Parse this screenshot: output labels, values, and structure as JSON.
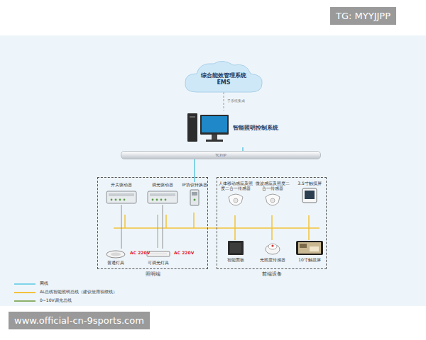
{
  "diagram": {
    "nodes": [
      {
        "text": [
          "综合能效管理系统 EMS"
        ]
      },
      {
        "text": [
          "智能照明控制系统"
        ]
      },
      {
        "text": [
          "TCP/IP"
        ]
      },
      {
        "text": [
          "照明端"
        ]
      },
      {
        "text": [
          "前端设备"
        ]
      },
      {
        "text": [
          "开关驱动器"
        ],
        "in": 3
      },
      {
        "text": [
          "调光驱动器"
        ],
        "in": 3
      },
      {
        "text": [
          "IP协议转换器"
        ],
        "in": 3
      },
      {
        "text": [
          "普通灯具"
        ],
        "in": 3
      },
      {
        "text": [
          "可调光灯具"
        ],
        "in": 3
      },
      {
        "text": [
          "人体移动感应及照度二合一传感器"
        ],
        "in": 4
      },
      {
        "text": [
          "微波感应及照度二合一传感器"
        ],
        "in": 4
      },
      {
        "text": [
          "3.5寸触摸屏"
        ],
        "in": 4
      },
      {
        "text": [
          "智能面板"
        ],
        "in": 4
      },
      {
        "text": [
          "光照度传感器"
        ],
        "in": 4
      },
      {
        "text": [
          "10寸触摸屏"
        ],
        "in": 4
      }
    ],
    "edges": [
      {
        "from": 0,
        "to": 1,
        "arrow": "none",
        "label": "子系统集成"
      },
      {
        "from": 1,
        "to": 2,
        "arrow": "none"
      },
      {
        "from": 2,
        "to": 7,
        "arrow": "none"
      },
      {
        "from": 5,
        "to": 8,
        "arrow": "none"
      },
      {
        "from": 6,
        "to": 9,
        "arrow": "none"
      }
    ],
    "labels": [
      "AC 220V",
      "AC 220V",
      "TG: MYYJJPP",
      "www.official-cn-9sports.com"
    ],
    "legend": [
      {
        "text": "网线"
      },
      {
        "text": "AL总线智能照明总线（建议使用双绞线）"
      },
      {
        "text": "0~10V调光总线"
      }
    ]
  }
}
